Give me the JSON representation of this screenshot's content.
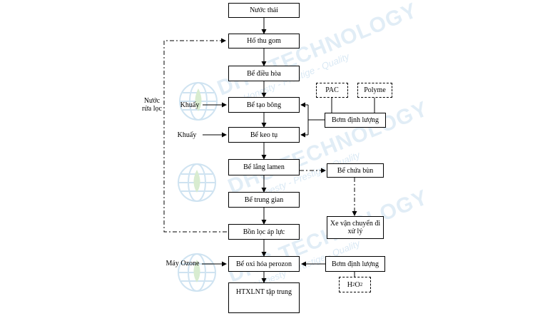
{
  "watermark": {
    "brand": "DHC TECHNOLOGY",
    "tagline": "Honesty - Prestige - Quality"
  },
  "boxes": {
    "nuoc_thai": "Nước thải",
    "ho_thu_gom": "Hố thu gom",
    "be_dieu_hoa": "Bể điều hòa",
    "be_tao_bong": "Bể tạo bông",
    "be_keo_tu": "Bể keo tụ",
    "be_lang_lamen": "Bể lắng lamen",
    "be_trung_gian": "Bể trung gian",
    "bon_loc_ap_luc": "Bồn lọc áp lực",
    "be_oxi_hoa": "Bể oxi hóa perozon",
    "htxlnt": "HTXLNT tập trung",
    "pac": "PAC",
    "polyme": "Polyme",
    "bom_dinh_luong_1": "Bơm định lượng",
    "be_chua_bun": "Bể chứa bùn",
    "xe_van_chuyen": "Xe vận chuyển đi xử lý",
    "bom_dinh_luong_2": "Bơm định lượng",
    "h2o2": "H",
    "h2o2_sub": "2",
    "h2o2_mid": "O",
    "h2o2_sub2": "2"
  },
  "labels": {
    "nuoc_rua_loc": "Nước rửa lọc",
    "khuay_1": "Khuấy",
    "khuay_2": "Khuấy",
    "may_ozone": "Máy Ozone"
  },
  "colors": {
    "line": "#000000",
    "watermark": "#c9dff0"
  }
}
